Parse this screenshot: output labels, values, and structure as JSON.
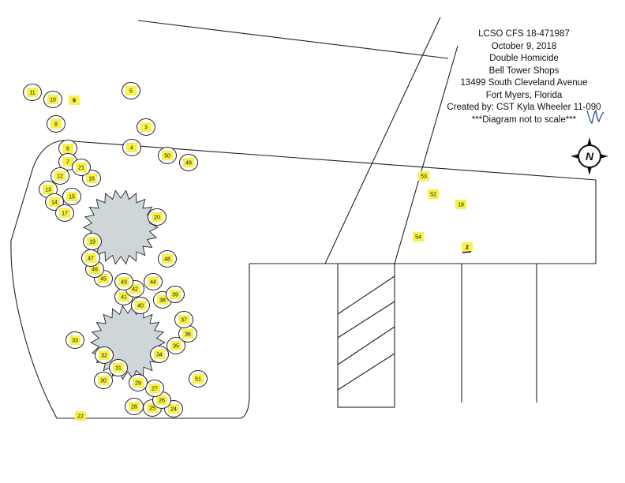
{
  "header": {
    "lines": [
      "LCSO CFS 18-471987",
      "October 9, 2018",
      "Double Homicide",
      "Bell Tower Shops",
      "13499 South Cleveland Avenue",
      "Fort Myers, Florida",
      "Created by: CST Kyla Wheeler 11-090",
      "***Diagram not to scale***"
    ]
  },
  "compass": {
    "label": "N"
  },
  "evidence_markers": [
    {
      "label": "2",
      "style": "square"
    },
    {
      "label": "3",
      "style": "circle"
    },
    {
      "label": "4",
      "style": "circle"
    },
    {
      "label": "5",
      "style": "circle"
    },
    {
      "label": "6",
      "style": "circle"
    },
    {
      "label": "7",
      "style": "circle"
    },
    {
      "label": "8",
      "style": "circle"
    },
    {
      "label": "9",
      "style": "square"
    },
    {
      "label": "10",
      "style": "circle"
    },
    {
      "label": "11",
      "style": "circle"
    },
    {
      "label": "12",
      "style": "circle"
    },
    {
      "label": "13",
      "style": "circle"
    },
    {
      "label": "14",
      "style": "circle"
    },
    {
      "label": "15",
      "style": "circle"
    },
    {
      "label": "16",
      "style": "circle"
    },
    {
      "label": "17",
      "style": "circle"
    },
    {
      "label": "18",
      "style": "square"
    },
    {
      "label": "19",
      "style": "circle"
    },
    {
      "label": "20",
      "style": "circle"
    },
    {
      "label": "21",
      "style": "circle"
    },
    {
      "label": "22",
      "style": "square"
    },
    {
      "label": "24",
      "style": "circle"
    },
    {
      "label": "25",
      "style": "circle"
    },
    {
      "label": "26",
      "style": "circle"
    },
    {
      "label": "27",
      "style": "circle"
    },
    {
      "label": "28",
      "style": "circle"
    },
    {
      "label": "29",
      "style": "circle"
    },
    {
      "label": "30",
      "style": "circle"
    },
    {
      "label": "31",
      "style": "circle"
    },
    {
      "label": "32",
      "style": "circle"
    },
    {
      "label": "33",
      "style": "circle"
    },
    {
      "label": "34",
      "style": "circle"
    },
    {
      "label": "35",
      "style": "circle"
    },
    {
      "label": "36",
      "style": "circle"
    },
    {
      "label": "37",
      "style": "circle"
    },
    {
      "label": "38",
      "style": "circle"
    },
    {
      "label": "39",
      "style": "circle"
    },
    {
      "label": "40",
      "style": "circle"
    },
    {
      "label": "41",
      "style": "circle"
    },
    {
      "label": "42",
      "style": "circle"
    },
    {
      "label": "43",
      "style": "circle"
    },
    {
      "label": "44",
      "style": "circle"
    },
    {
      "label": "45",
      "style": "circle"
    },
    {
      "label": "46",
      "style": "circle"
    },
    {
      "label": "47",
      "style": "circle"
    },
    {
      "label": "48",
      "style": "circle"
    },
    {
      "label": "49",
      "style": "circle"
    },
    {
      "label": "50",
      "style": "circle"
    },
    {
      "label": "51",
      "style": "circle"
    },
    {
      "label": "52",
      "style": "square"
    },
    {
      "label": "53",
      "style": "square"
    },
    {
      "label": "54",
      "style": "square"
    }
  ],
  "colors": {
    "marker_fill": "#f7f24a",
    "tree_fill": "#cfd6da",
    "line": "#222222",
    "initials": "#2a4f9e"
  }
}
